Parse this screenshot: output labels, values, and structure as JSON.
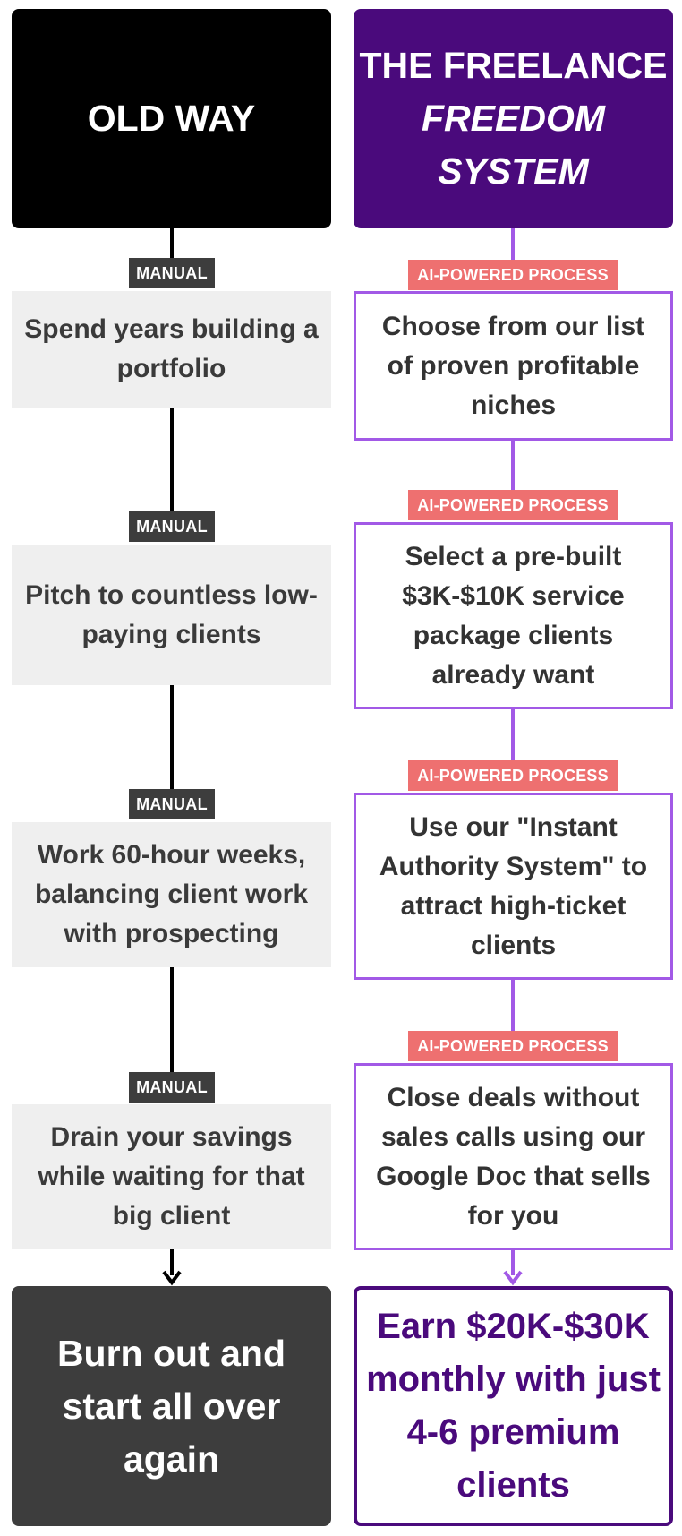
{
  "headers": {
    "old": "OLD WAY",
    "new_line1": "THE FREELANCE",
    "new_line2": "FREEDOM",
    "new_line3": "SYSTEM"
  },
  "old_steps": [
    {
      "tag": "MANUAL",
      "text": "Spend years building a portfolio"
    },
    {
      "tag": "MANUAL",
      "text": "Pitch to countless low-paying clients"
    },
    {
      "tag": "MANUAL",
      "text": "Work 60-hour weeks, balancing client work with prospecting"
    },
    {
      "tag": "MANUAL",
      "text": "Drain your savings while waiting for that big client"
    }
  ],
  "new_steps": [
    {
      "tag": "AI-POWERED PROCESS",
      "text": "Choose from our list of proven profitable niches"
    },
    {
      "tag": "AI-POWERED PROCESS",
      "text": "Select a pre-built $3K-$10K service package clients already want"
    },
    {
      "tag": "AI-POWERED PROCESS",
      "text": "Use our \"Instant Authority System\" to attract high-ticket clients"
    },
    {
      "tag": "AI-POWERED PROCESS",
      "text": "Close deals without sales calls using our Google Doc that sells for you"
    }
  ],
  "outcomes": {
    "old": "Burn out and start all over again",
    "new": "Earn $20K-$30K monthly with just 4-6 premium clients"
  },
  "colors": {
    "old_header": "#000000",
    "new_header": "#4a0a7c",
    "manual_tag": "#3d3d3d",
    "ai_tag": "#ee7070",
    "new_border": "#a259e6",
    "old_box": "#efefef",
    "old_outcome": "#3d3d3d"
  }
}
